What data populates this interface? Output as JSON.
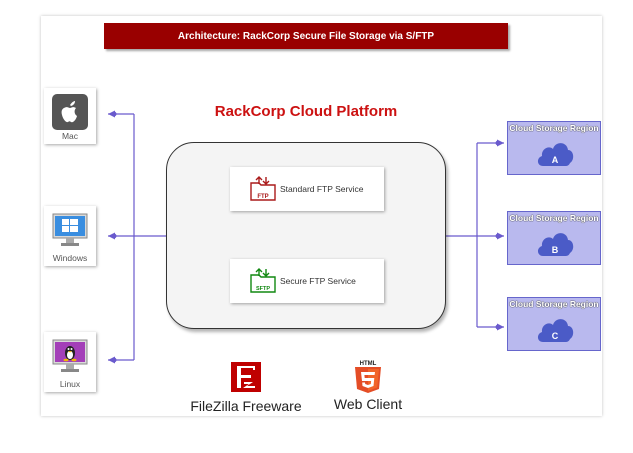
{
  "diagram": {
    "title": "Architecture: RackCorp Secure File Storage via S/FTP",
    "platform_title": "RackCorp Cloud Platform",
    "services": [
      {
        "label": "Standard FTP Service",
        "icon": "ftp-folder-icon",
        "badge": "FTP",
        "color": "#aa1a1a"
      },
      {
        "label": "Secure FTP Service",
        "icon": "sftp-folder-icon",
        "badge": "SFTP",
        "color": "#118811"
      }
    ],
    "clients": [
      {
        "label": "Mac",
        "icon": "apple-icon"
      },
      {
        "label": "Windows",
        "icon": "windows-icon"
      },
      {
        "label": "Linux",
        "icon": "linux-icon"
      }
    ],
    "regions": [
      {
        "label": "Cloud Storage Region",
        "letter": "A"
      },
      {
        "label": "Cloud Storage Region",
        "letter": "B"
      },
      {
        "label": "Cloud Storage Region",
        "letter": "C"
      }
    ],
    "tools": [
      {
        "label": "FileZilla Freeware",
        "icon": "filezilla-icon"
      },
      {
        "label": "Web Client",
        "icon": "html5-icon",
        "icon_text": "HTML"
      }
    ],
    "colors": {
      "banner": "#990000",
      "connector": "#6a5acd",
      "ftp_arrow": "#aa1a1a",
      "sftp_arrow": "#118811"
    }
  }
}
